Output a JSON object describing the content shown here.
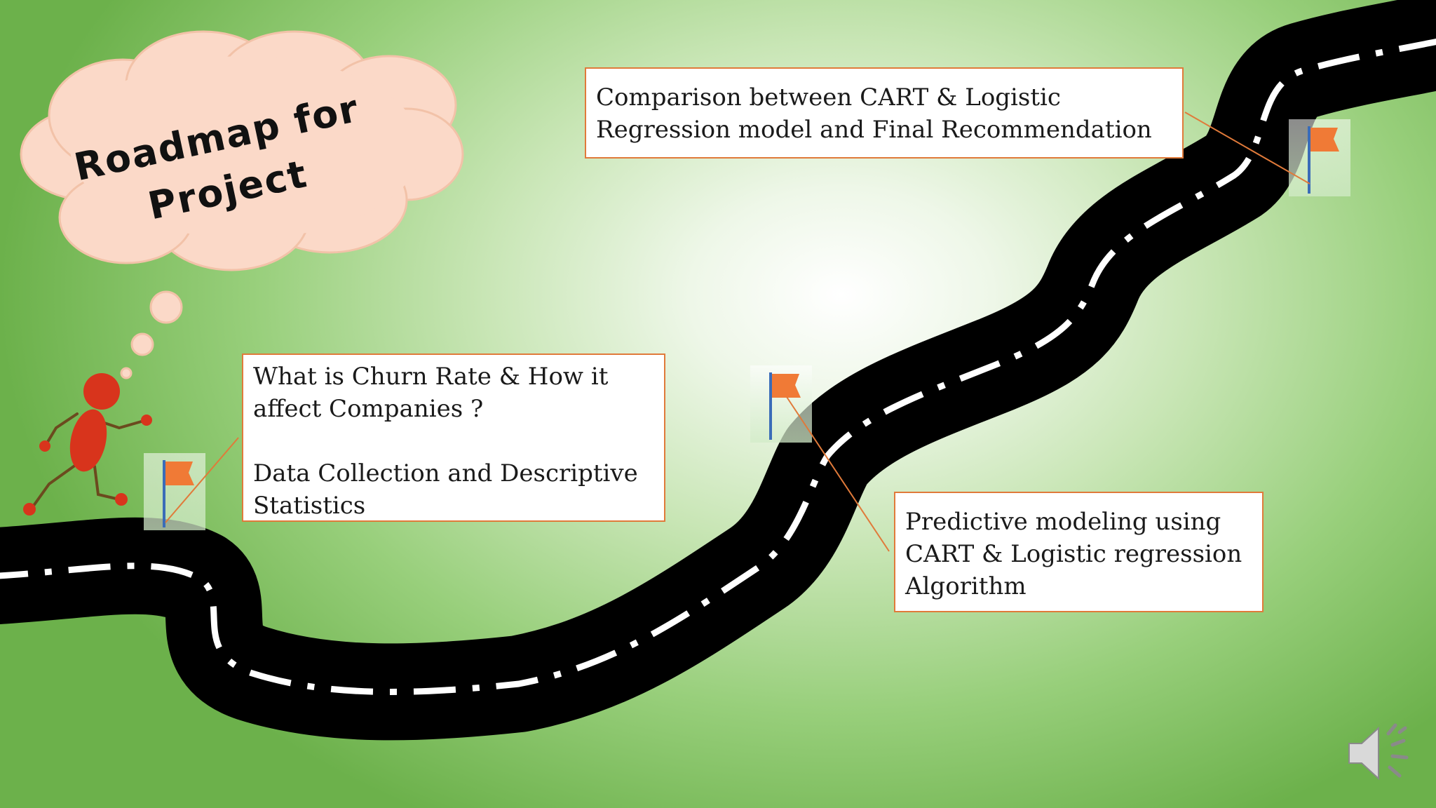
{
  "slide": {
    "title_line1": "Roadmap for",
    "title_line2": "Project"
  },
  "milestones": {
    "churn": "What is Churn Rate & How it\naffect Companies ?\n\nData Collection and Descriptive\nStatistics",
    "comparison": "Comparison between CART & Logistic\nRegression model and Final Recommendation",
    "predictive": "Predictive modeling using\nCART & Logistic regression\nAlgorithm"
  },
  "icons": {
    "flag": "flag-icon",
    "runner": "runner-figure",
    "speaker": "speaker-icon"
  },
  "colors": {
    "flag": "#f07a36",
    "pole": "#3a6cb8",
    "box_border": "#e07a3a",
    "road": "#000000",
    "road_dash": "#ffffff",
    "runner": "#d8341c",
    "cloud": "#fbd9c8"
  }
}
